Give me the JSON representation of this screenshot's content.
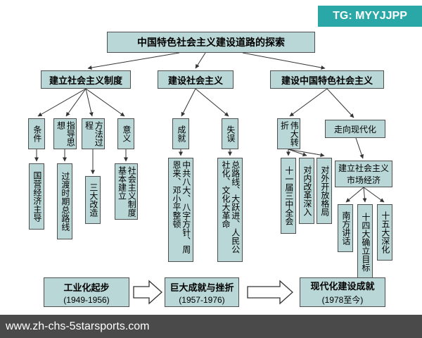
{
  "page": {
    "watermark_top": "TG: MYYJJPP",
    "watermark_bottom": "www.zh-chs-5starsports.com"
  },
  "diagram": {
    "title": "中国特色社会主义建设道路的探索",
    "branches": {
      "establish_system": "建立社会主义制度",
      "build_socialism": "建设社会主义",
      "build_chinese_socialism": "建设中国特色社会主义"
    },
    "aspects": {
      "condition": "条件",
      "guiding_ideology": "指导思想",
      "method_process": "方法过程",
      "significance": "意义",
      "achievements": "成就",
      "mistakes": "失误",
      "great_turning": "伟大转折",
      "toward_modernization": "走向现代化"
    },
    "details": {
      "state_economy": "国营经济主导",
      "transition_line": "过渡时期总路线",
      "three_transformations": "三大改造",
      "system_established": "社会主义制度基本建立",
      "achievement_items": "中共八大、八字方针、周恩来、邓小平整顿",
      "mistake_items": "总路线、大跃进、人民公社化、文化大革命",
      "third_plenum": "十一届三中全会",
      "domestic_reform": "对内改革深入",
      "opening_up": "对外开放格局",
      "market_economy": "建立社会主义市场经济",
      "southern_talks": "南方讲话",
      "congress14": "十四大确立目标",
      "congress15": "十五大深化"
    },
    "timeline": [
      {
        "label": "工业化起步",
        "period": "(1949-1956)"
      },
      {
        "label": "巨大成就与挫折",
        "period": "(1957-1976)"
      },
      {
        "label": "现代化建设成就",
        "period": "(1978至今)"
      }
    ]
  }
}
